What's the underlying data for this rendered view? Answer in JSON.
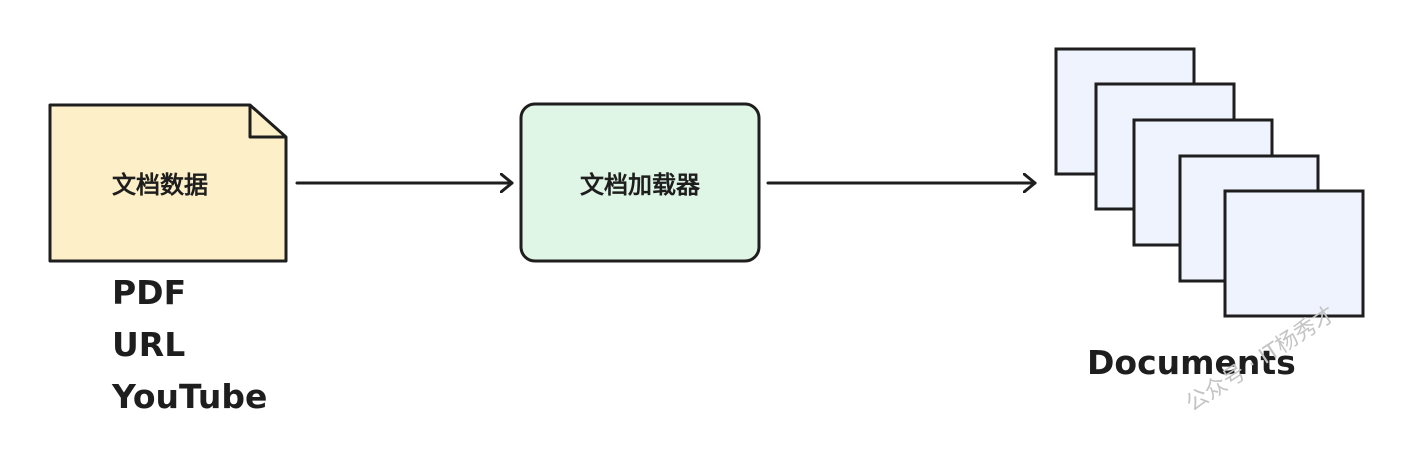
{
  "diagram": {
    "source_node": {
      "label": "文档数据",
      "fill_color": "#fdf0c8"
    },
    "source_types": [
      "PDF",
      "URL",
      "YouTube"
    ],
    "loader_node": {
      "label": "文档加载器",
      "fill_color": "#dff5e5"
    },
    "output": {
      "label": "Documents",
      "page_fill_color": "#eef3fd",
      "page_count": 5
    },
    "stroke_color": "#1e1e1e"
  },
  "watermark": {
    "text": "公众号 · IT杨秀才"
  }
}
